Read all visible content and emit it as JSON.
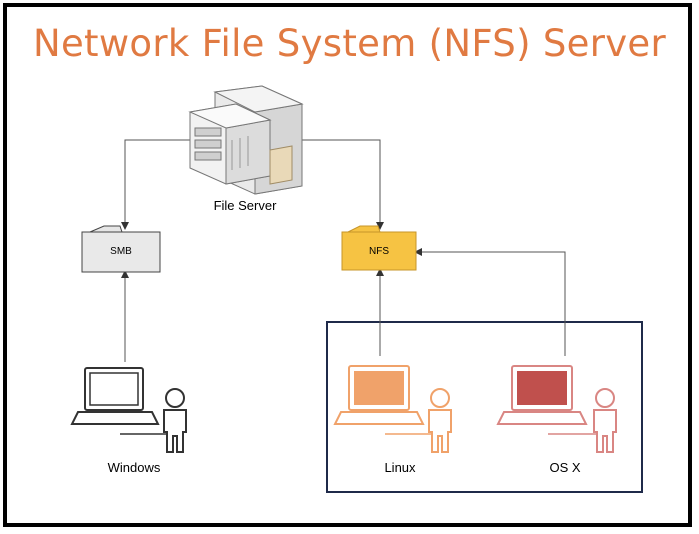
{
  "title": "Network File System (NFS) Server",
  "nodes": {
    "file_server": {
      "label": "File Server"
    },
    "smb": {
      "label": "SMB"
    },
    "nfs": {
      "label": "NFS"
    },
    "windows": {
      "label": "Windows"
    },
    "linux": {
      "label": "Linux"
    },
    "osx": {
      "label": "OS X"
    }
  },
  "colors": {
    "title": "#e07a42",
    "nfs_folder": "#f6c343",
    "linux_laptop": "#f0a26a",
    "osx_laptop": "#c0504d",
    "client_group_border": "#1f2a4a"
  }
}
